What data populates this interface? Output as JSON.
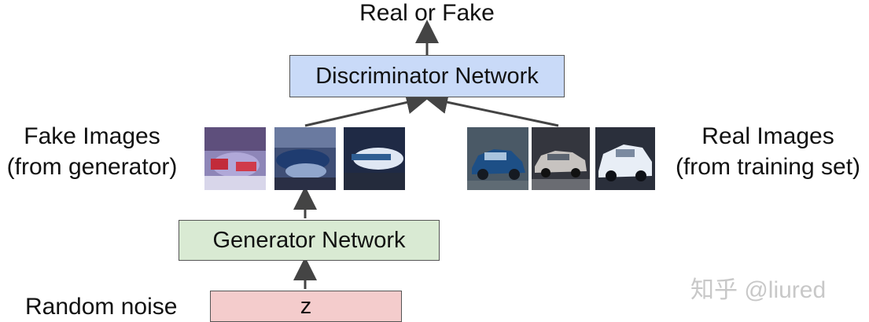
{
  "diagram": {
    "output_label": "Real or Fake",
    "discriminator": {
      "label": "Discriminator Network",
      "color": "#c9daf8"
    },
    "generator": {
      "label": "Generator Network",
      "color": "#d9ead3"
    },
    "noise": {
      "label": "z",
      "color": "#f4cccc"
    },
    "left_label_line1": "Fake Images",
    "left_label_line2": "(from generator)",
    "right_label_line1": "Real Images",
    "right_label_line2": "(from training set)",
    "bottom_label": "Random noise",
    "fake_images": [
      {
        "name": "fake-image-1",
        "bg": "#8e86b8"
      },
      {
        "name": "fake-image-2",
        "bg": "#3f4f76"
      },
      {
        "name": "fake-image-3",
        "bg": "#1f2a45"
      }
    ],
    "real_images": [
      {
        "name": "real-image-1",
        "bg": "#2d4d73"
      },
      {
        "name": "real-image-2",
        "bg": "#34363e"
      },
      {
        "name": "real-image-3",
        "bg": "#2a2f3b"
      }
    ]
  },
  "watermark": "知乎 @liured"
}
